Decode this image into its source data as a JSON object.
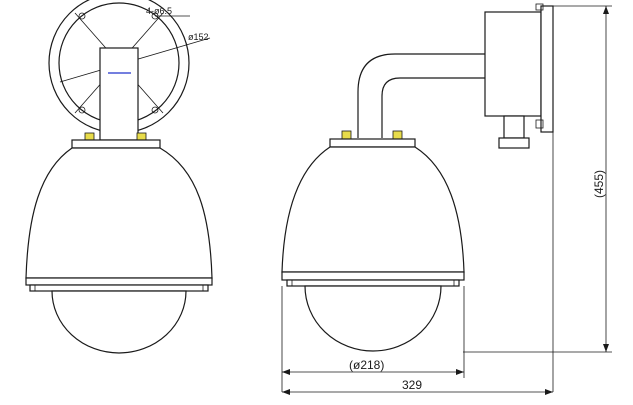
{
  "annotations": {
    "bolt_holes": "4-ø6.5",
    "flange_diameter": "ø152"
  },
  "dimensions": {
    "height": "(455)",
    "dome_diameter": "(ø218)",
    "overall_width": "329"
  },
  "colors": {
    "line": "#1a1a1a",
    "bolt": "#e8dc4a",
    "accent": "#2233cc"
  }
}
